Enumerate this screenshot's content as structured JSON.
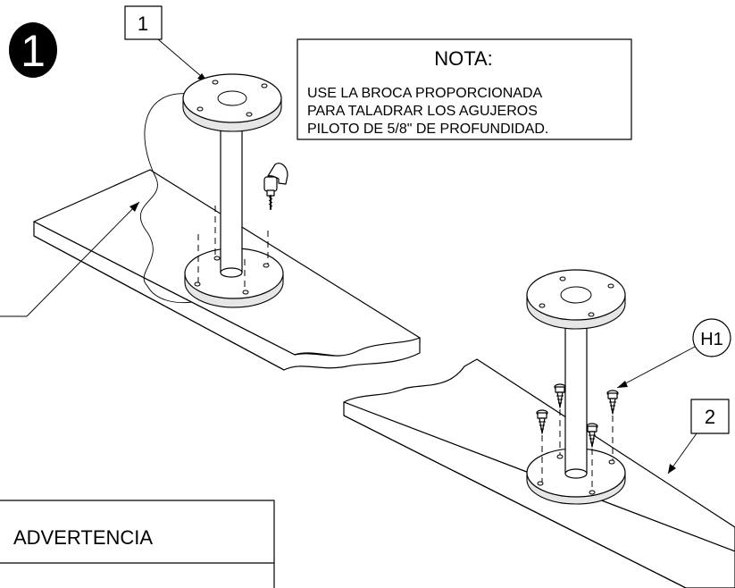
{
  "step": {
    "number": "1"
  },
  "callouts": {
    "part_1": "1",
    "part_2": "2",
    "hardware_h1": "H1"
  },
  "note": {
    "title": "NOTA:",
    "lines": [
      "USE LA BROCA PROPORCIONADA",
      "PARA TALADRAR  LOS AGUJEROS",
      "PILOTO DE 5/8\" DE PROFUNDIDAD."
    ]
  },
  "warning": {
    "title": "ADVERTENCIA"
  },
  "colors": {
    "line": "#000000",
    "background": "#ffffff",
    "step_badge": "#000000"
  }
}
